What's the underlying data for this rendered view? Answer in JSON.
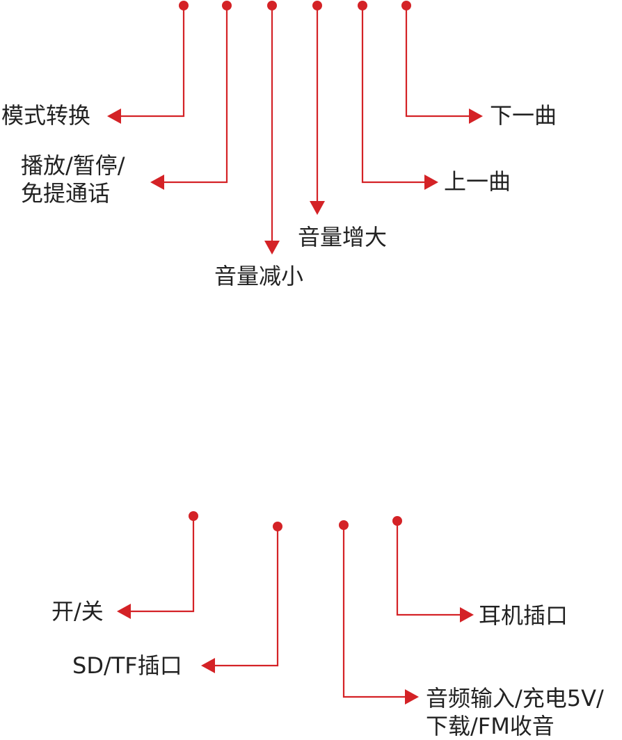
{
  "colors": {
    "accent": "#d42226",
    "text": "#222222",
    "background": "#ffffff"
  },
  "top_panel": {
    "mode_switch": "模式转换",
    "play_pause_line1": "播放/暂停/",
    "play_pause_line2": "免提通话",
    "volume_down": "音量减小",
    "volume_up": "音量增大",
    "previous_track": "上一曲",
    "next_track": "下一曲"
  },
  "bottom_panel": {
    "power": "开/关",
    "sd_tf_slot": "SD/TF插口",
    "audio_in_line1": "音频输入/充电5V/",
    "audio_in_line2": "下载/FM收音",
    "headphone_jack": "耳机插口"
  }
}
